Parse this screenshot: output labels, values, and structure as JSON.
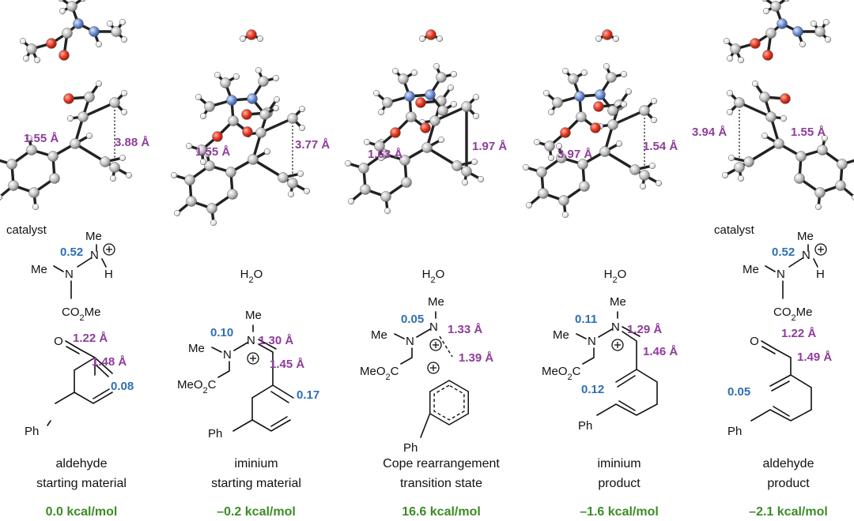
{
  "panels": [
    {
      "id": "aldehyde-sm",
      "distances_3d": [
        "1.55 Å",
        "3.88 Å"
      ],
      "additive_label": "catalyst",
      "catalyst_charge": "0.52",
      "bond_lengths": [
        "1.22 Å",
        "1.48 Å"
      ],
      "charge": "0.08",
      "substituent": "Ph",
      "caption": [
        "aldehyde",
        "starting material"
      ],
      "energy": "0.0 kcal/mol"
    },
    {
      "id": "iminium-sm",
      "distances_3d": [
        "1.55 Å",
        "3.77 Å"
      ],
      "additive_label": "H2O",
      "n_charge": "0.10",
      "bond_lengths": [
        "1.30 Å",
        "1.45 Å"
      ],
      "charge": "0.17",
      "substituent": "Ph",
      "caption": [
        "iminium",
        "starting material"
      ],
      "energy": "–0.2 kcal/mol"
    },
    {
      "id": "cope-ts",
      "distances_3d": [
        "1.63 Å",
        "1.97 Å"
      ],
      "additive_label": "H2O",
      "n_charge": "0.05",
      "bond_lengths": [
        "1.33 Å",
        "1.39 Å"
      ],
      "substituent": "Ph",
      "caption": [
        "Cope rearrangement",
        "transition state"
      ],
      "energy": "16.6 kcal/mol"
    },
    {
      "id": "iminium-product",
      "distances_3d": [
        "3.97 Å",
        "1.54 Å"
      ],
      "additive_label": "H2O",
      "n_charge": "0.11",
      "bond_lengths": [
        "1.29 Å",
        "1.46 Å"
      ],
      "charge": "0.12",
      "substituent": "Ph",
      "caption": [
        "iminium",
        "product"
      ],
      "energy": "–1.6 kcal/mol"
    },
    {
      "id": "aldehyde-product",
      "distances_3d": [
        "3.94 Å",
        "1.55 Å"
      ],
      "additive_label": "catalyst",
      "catalyst_charge": "0.52",
      "bond_lengths": [
        "1.22 Å",
        "1.49 Å"
      ],
      "charge": "0.05",
      "substituent": "Ph",
      "caption": [
        "aldehyde",
        "product"
      ],
      "energy": "–2.1 kcal/mol"
    }
  ],
  "atom_labels": {
    "me": "Me",
    "n": "N",
    "h": "H",
    "o": "O",
    "co2me": "CO2Me",
    "meo2c": "MeO2C",
    "plus": "+"
  },
  "colors": {
    "distance": "#8e3d9a",
    "charge": "#2e6fb3",
    "energy": "#3c8c28",
    "oxygen_atom": "#e8351f",
    "nitrogen_atom": "#6f8fd6",
    "carbon_atom": "#b9b9b9"
  }
}
